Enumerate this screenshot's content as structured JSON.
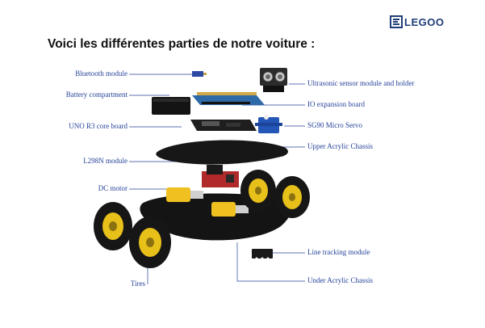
{
  "brand": {
    "name": "ELEGOO",
    "logo_mark": "E",
    "logo_text": "LEGOO",
    "brand_color": "#1f3d78"
  },
  "heading": "Voici les différentes parties de notre voiture :",
  "label_color": "#26439a",
  "labels_left": [
    "Bluetooth module",
    "Battery compartment",
    "UNO R3 core board",
    "L298N module",
    "DC motor",
    "Tires"
  ],
  "labels_right": [
    "Ultrasonic sensor module and holder",
    "IO expansion board",
    "SG90 Micro Servo",
    "Upper Acrylic Chassis",
    "Line tracking module",
    "Under Acrylic Chassis"
  ]
}
